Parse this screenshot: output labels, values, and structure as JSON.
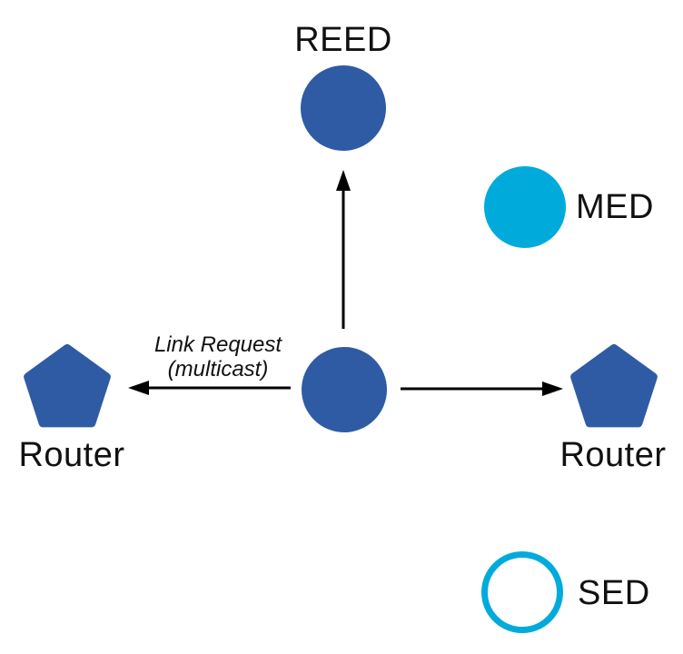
{
  "colors": {
    "node_blue": "#2F5BA4",
    "device_cyan": "#00ABDC",
    "arrow": "#000000",
    "label_text": "#111111"
  },
  "nodes": {
    "reed": {
      "label": "REED",
      "shape": "circle-solid-blue"
    },
    "med": {
      "label": "MED",
      "shape": "circle-solid-cyan"
    },
    "center": {
      "label": "",
      "shape": "circle-solid-blue"
    },
    "router_left": {
      "label": "Router",
      "shape": "pentagon-blue"
    },
    "router_right": {
      "label": "Router",
      "shape": "pentagon-blue"
    },
    "sed": {
      "label": "SED",
      "shape": "circle-outline-cyan"
    }
  },
  "annotation": {
    "line1": "Link Request",
    "line2": "(multicast)"
  },
  "edges": [
    {
      "from": "center",
      "to": "reed",
      "type": "arrow"
    },
    {
      "from": "center",
      "to": "router_left",
      "type": "arrow",
      "label": "Link Request (multicast)"
    },
    {
      "from": "center",
      "to": "router_right",
      "type": "arrow"
    }
  ]
}
